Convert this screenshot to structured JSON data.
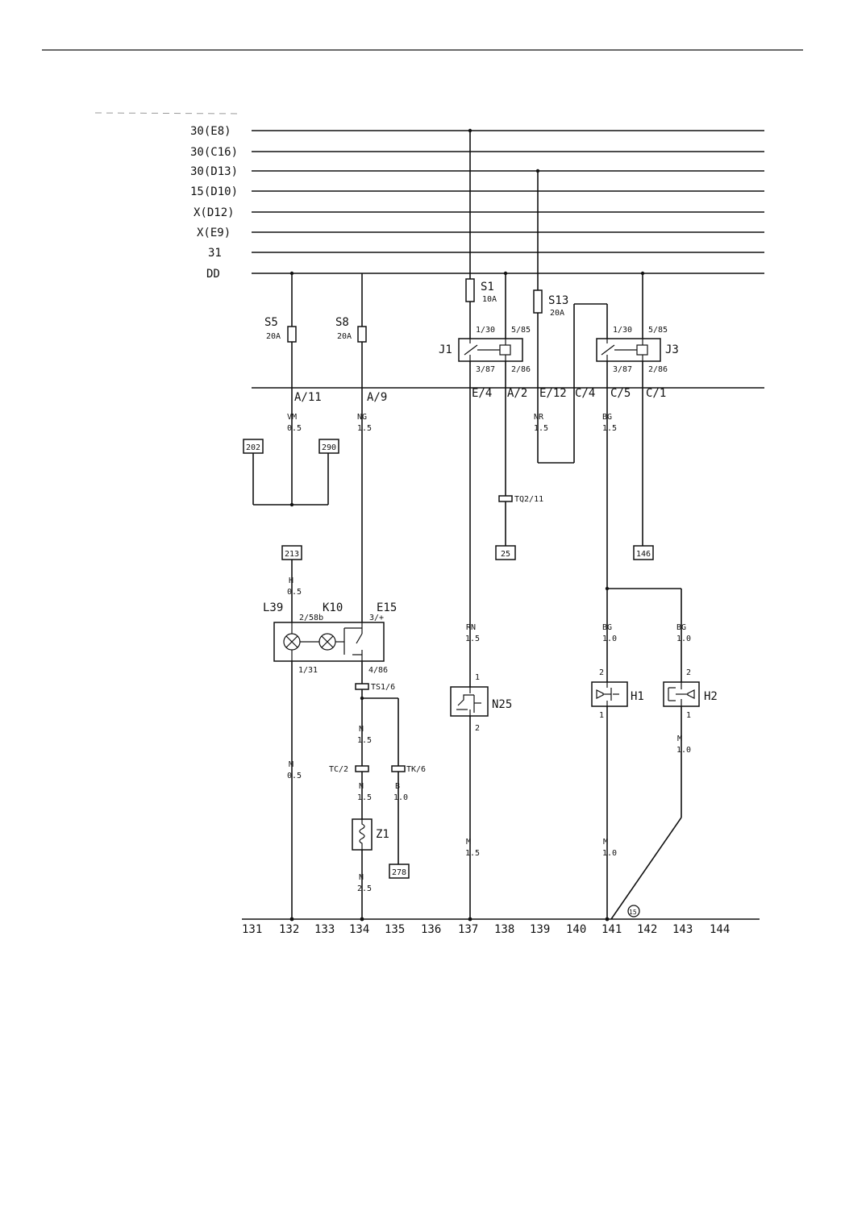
{
  "bus_lines": [
    "30(E8)",
    "30(C16)",
    "30(D13)",
    "15(D10)",
    "X(D12)",
    "X(E9)",
    "31",
    "DD"
  ],
  "fuses": [
    {
      "name": "S5",
      "rating": "20A"
    },
    {
      "name": "S8",
      "rating": "20A"
    },
    {
      "name": "S1",
      "rating": "10A"
    },
    {
      "name": "S13",
      "rating": "20A"
    }
  ],
  "relays": [
    {
      "name": "J1",
      "pins": [
        "1/30",
        "5/85",
        "3/87",
        "2/86"
      ]
    },
    {
      "name": "J3",
      "pins": [
        "1/30",
        "5/85",
        "3/87",
        "2/86"
      ]
    }
  ],
  "connectors": [
    "A/11",
    "A/9",
    "E/4",
    "A/2",
    "E/12",
    "C/4",
    "C/5",
    "C/1"
  ],
  "wires": [
    {
      "color": "VM",
      "size": "0.5"
    },
    {
      "color": "NG",
      "size": "1.5"
    },
    {
      "color": "NR",
      "size": "1.5"
    },
    {
      "color": "BG",
      "size": "1.5"
    },
    {
      "color": "H",
      "size": "0.5"
    },
    {
      "color": "RN",
      "size": "1.5"
    },
    {
      "color": "BG",
      "size": "1.0"
    },
    {
      "color": "BG",
      "size": "1.0"
    },
    {
      "color": "M",
      "size": "0.5"
    },
    {
      "color": "N",
      "size": "1.5"
    },
    {
      "color": "N",
      "size": "1.5"
    },
    {
      "color": "B",
      "size": "1.0"
    },
    {
      "color": "N",
      "size": "2.5"
    },
    {
      "color": "M",
      "size": "1.5"
    },
    {
      "color": "M",
      "size": "1.0"
    },
    {
      "color": "M",
      "size": "1.0"
    }
  ],
  "references": [
    "202",
    "290",
    "25",
    "146",
    "213",
    "278"
  ],
  "terminals": [
    "TQ2/11",
    "TS1/6",
    "TC/2",
    "TK/6"
  ],
  "components": {
    "L39": {
      "name": "L39",
      "pins": [
        "2/58b",
        "1/31"
      ]
    },
    "K10": {
      "name": "K10"
    },
    "E15": {
      "name": "E15",
      "pins": [
        "3/+",
        "4/86"
      ]
    },
    "N25": {
      "name": "N25",
      "pins": [
        "1",
        "2"
      ]
    },
    "H1": {
      "name": "H1",
      "pins": [
        "2",
        "1"
      ]
    },
    "H2": {
      "name": "H2",
      "pins": [
        "2",
        "1"
      ]
    },
    "Z1": {
      "name": "Z1"
    }
  },
  "ground_symbol": "15",
  "column_numbers": [
    "131",
    "132",
    "133",
    "134",
    "135",
    "136",
    "137",
    "138",
    "139",
    "140",
    "141",
    "142",
    "143",
    "144"
  ]
}
